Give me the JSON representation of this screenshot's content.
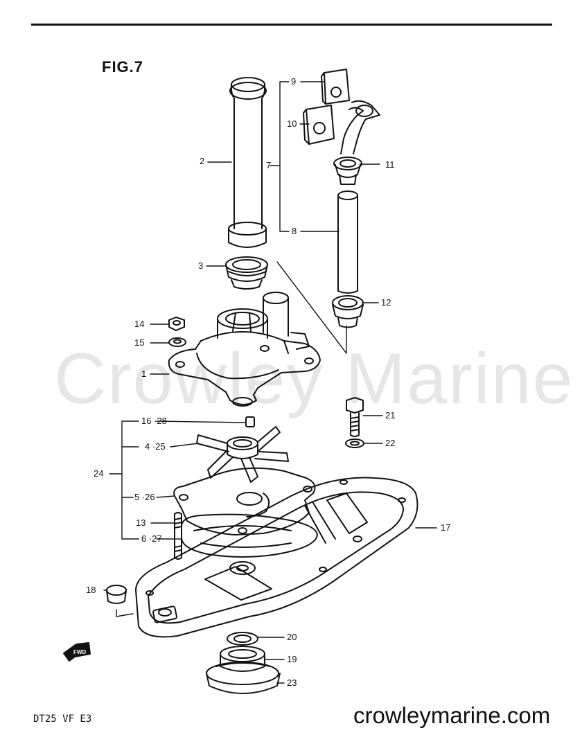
{
  "diagram": {
    "figure_label": "FIG.7",
    "model_code": "DT25 VF E3",
    "watermark": "Crowley Marine",
    "site_url": "crowleymarine.com",
    "fwd_badge": "FWD",
    "line_color": "#111111",
    "watermark_color": "#e6e6e6"
  },
  "callouts": {
    "c1": "1",
    "c2": "2",
    "c3": "3",
    "c7": "7",
    "c8": "8",
    "c9": "9",
    "c10": "10",
    "c11": "11",
    "c12": "12",
    "c13": "13",
    "c14": "14",
    "c15": "15",
    "c16_28": "16 ·28",
    "c4_25": "4 ·25",
    "c5_26": "5 ·26",
    "c6_27": "6 ·27",
    "c17": "17",
    "c18": "18",
    "c19": "19",
    "c20": "20",
    "c21": "21",
    "c22": "22",
    "c23": "23",
    "c24": "24"
  }
}
